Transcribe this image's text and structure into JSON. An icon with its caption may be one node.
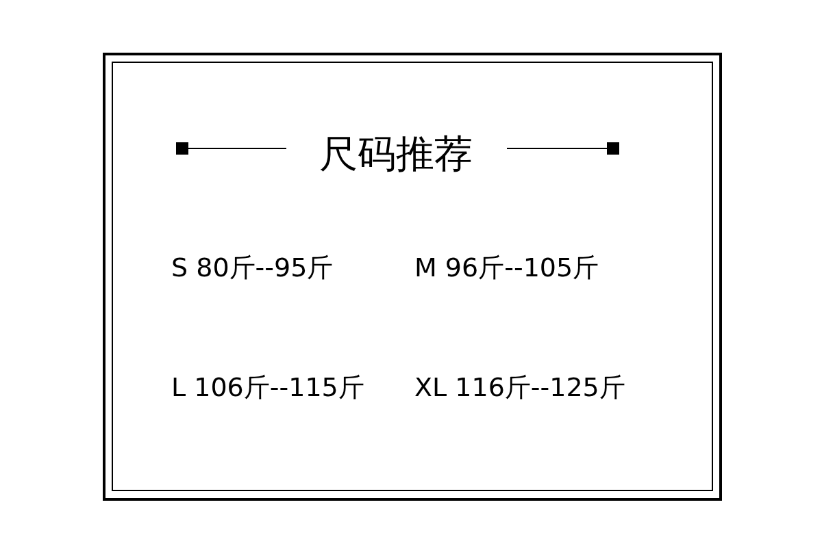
{
  "diagram": {
    "title": "尺码推荐",
    "labels": [
      "S 80斤--95斤",
      "M 96斤--105斤",
      "L 106斤--115斤",
      "XL 116斤--125斤"
    ]
  }
}
